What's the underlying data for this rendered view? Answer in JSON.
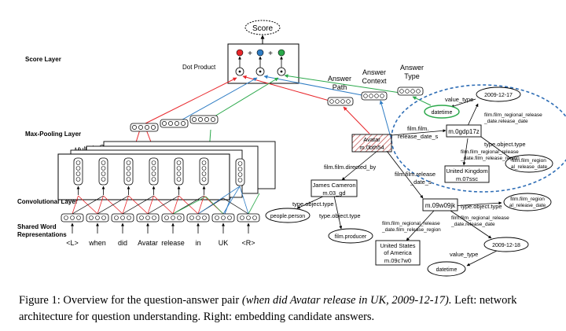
{
  "layers": {
    "score_layer": "Score Layer",
    "max_pooling_layer": "Max-Pooling Layer",
    "convolutional_layer": "Convolutional Layer",
    "shared_word_line1": "Shared Word",
    "shared_word_line2": "Representations"
  },
  "score": "Score",
  "dot_product": "Dot Product",
  "plus": "+",
  "multiple_columns": "-Multiple Columns-",
  "answer_labels": {
    "path_1": "Answer",
    "path_2": "Path",
    "context_1": "Answer",
    "context_2": "Context",
    "type_1": "Answer",
    "type_2": "Type"
  },
  "words": [
    "<L>",
    "when",
    "did",
    "Avatar",
    "release",
    "in",
    "UK",
    "<R>"
  ],
  "kb": {
    "avatar_1": "Avatar",
    "avatar_2": "m.0bth54",
    "gdp_node": "m.0gdp17z",
    "uk_1": "United Kingdom",
    "uk_2": "m.07ssc",
    "james_1": "James Cameron",
    "james_2": "m.03_gd",
    "w09_node": "m.09w09jk",
    "usa_1": "United States",
    "usa_2": "of America",
    "usa_3": "m.09c7w0",
    "people_person": "people.person",
    "film_producer": "film.producer",
    "date_top": "2009-12-17",
    "date_bottom": "2009-12-18",
    "datetime_top": "datetime",
    "datetime_bottom": "datetime",
    "region_top_1": "film.film_region",
    "region_top_2": "al_release_date",
    "region_mid_1": "film.film_region",
    "region_mid_2": "al_release_date",
    "value_type_top": "value_type",
    "value_type_bottom": "value_type",
    "rel_date_top_1": "film.film_regional_release",
    "rel_date_top_2": "_date.release_date",
    "rel_region_top_1": "film.film_regional_release",
    "rel_region_top_2": "_date.film_release_region",
    "rel_date_bottom_1": "film.film_regional_release",
    "rel_date_bottom_2": "_date.release_date",
    "rel_region_bottom_1": "film.film_regional_release",
    "rel_region_bottom_2": "_date.film_release_region",
    "release_s_top_1": "film.film.",
    "release_s_top_2": "release_date_s",
    "release_s_mid_1": "film.film.release",
    "release_s_mid_2": "_date_s",
    "directed_by": "film.film.directed_by",
    "obj_type_top": "type.object.type",
    "obj_type_mid": "type.object.type",
    "obj_type_james_1": "type.object.type",
    "obj_type_james_2": "type.object.type"
  },
  "caption": {
    "part1": "Figure 1:  Overview for the question-answer pair ",
    "italic": "(when did Avatar release in UK, 2009-12-17).",
    "part2": "  Left: network architecture for question understanding.  Right: embedding candidate answers."
  },
  "colors": {
    "red": "#e8262a",
    "blue": "#2e7cc4",
    "green": "#2aa84a",
    "ellipse_blue": "#2e6db5",
    "hatch": "#c0504d"
  }
}
